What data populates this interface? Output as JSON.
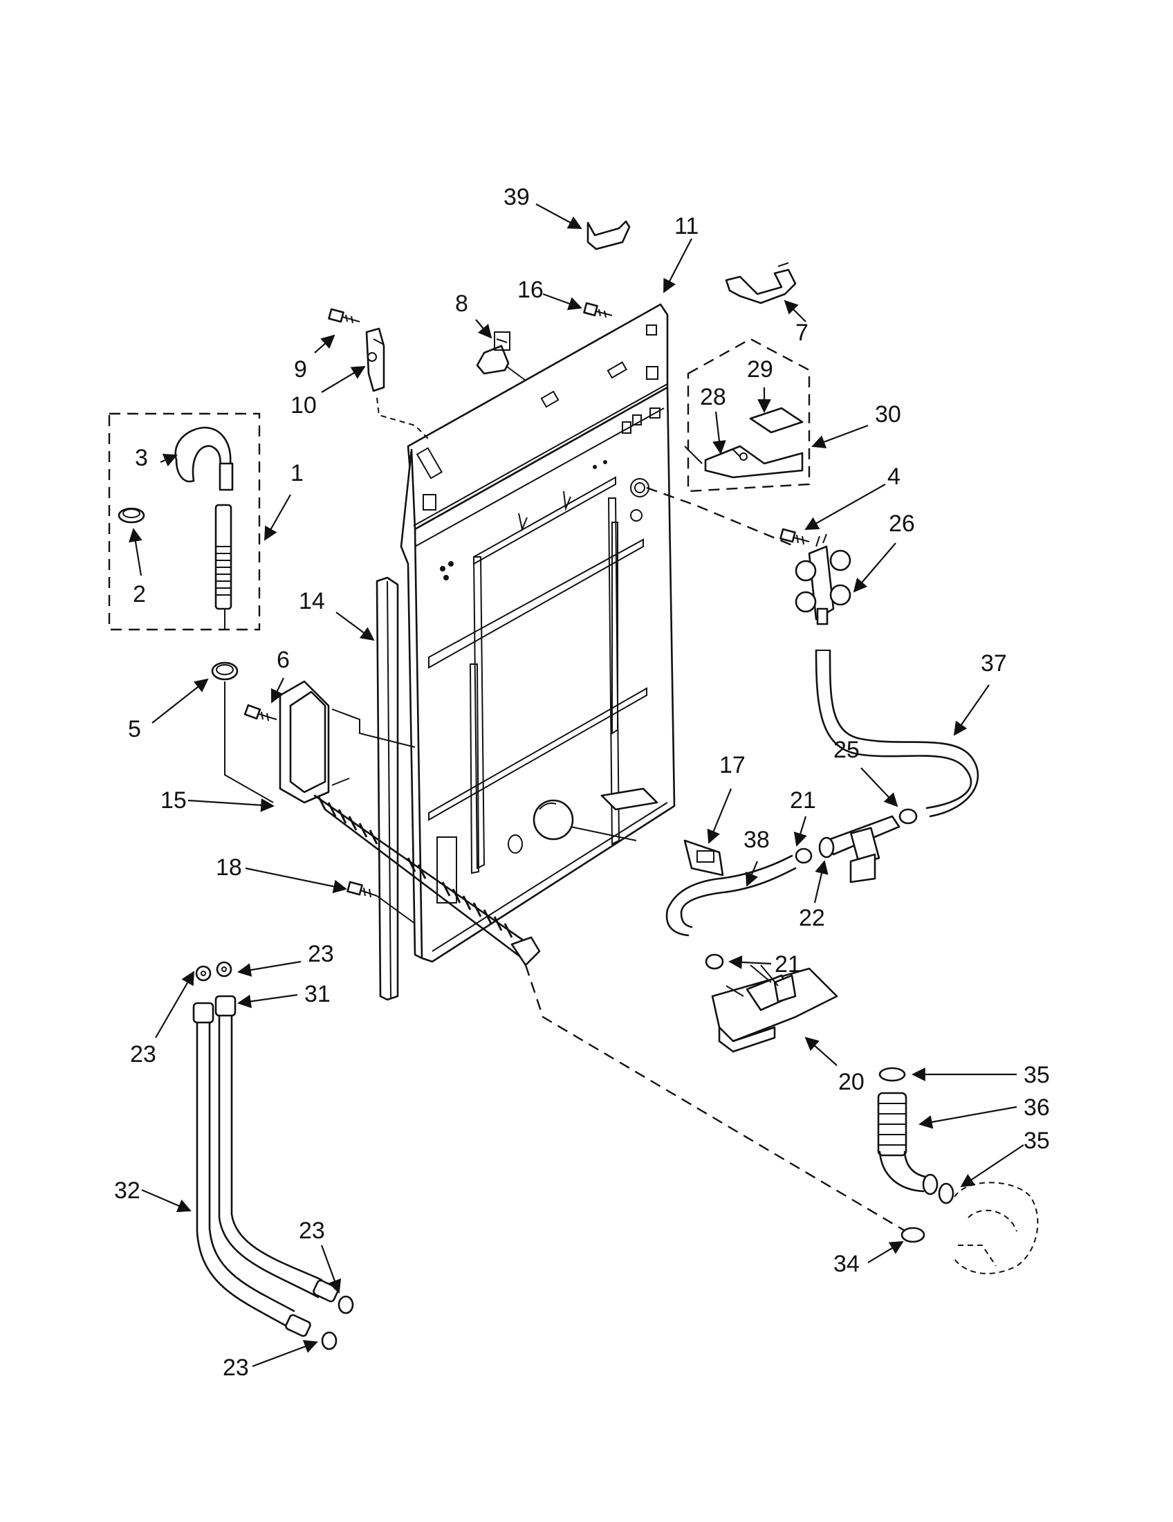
{
  "callouts": {
    "c1": "1",
    "c2": "2",
    "c3": "3",
    "c4": "4",
    "c5": "5",
    "c6": "6",
    "c7": "7",
    "c8": "8",
    "c9": "9",
    "c10": "10",
    "c11": "11",
    "c14": "14",
    "c15": "15",
    "c16": "16",
    "c17": "17",
    "c18": "18",
    "c20": "20",
    "c21a": "21",
    "c21b": "21",
    "c22": "22",
    "c23a": "23",
    "c23b": "23",
    "c23c": "23",
    "c23d": "23",
    "c25": "25",
    "c26": "26",
    "c28": "28",
    "c29": "29",
    "c30": "30",
    "c31": "31",
    "c32": "32",
    "c34": "34",
    "c35a": "35",
    "c35b": "35",
    "c36": "36",
    "c37": "37",
    "c38": "38",
    "c39": "39"
  }
}
